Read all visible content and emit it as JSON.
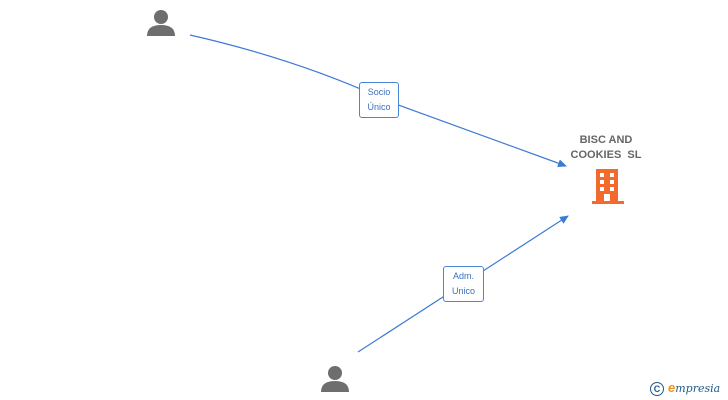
{
  "company": {
    "name_line1": "BISC AND",
    "name_line2": "COOKIES  SL",
    "icon": "building-icon",
    "color": "#f26b2d"
  },
  "persons": [
    {
      "icon": "person-icon"
    },
    {
      "icon": "person-icon"
    }
  ],
  "relations": [
    {
      "label_line1": "Socio",
      "label_line2": "Único"
    },
    {
      "label_line1": "Adm.",
      "label_line2": "Unico"
    }
  ],
  "edge_color": "#3c7ad6",
  "brand": {
    "copyright": "C",
    "initial": "e",
    "rest": "mpresia"
  }
}
